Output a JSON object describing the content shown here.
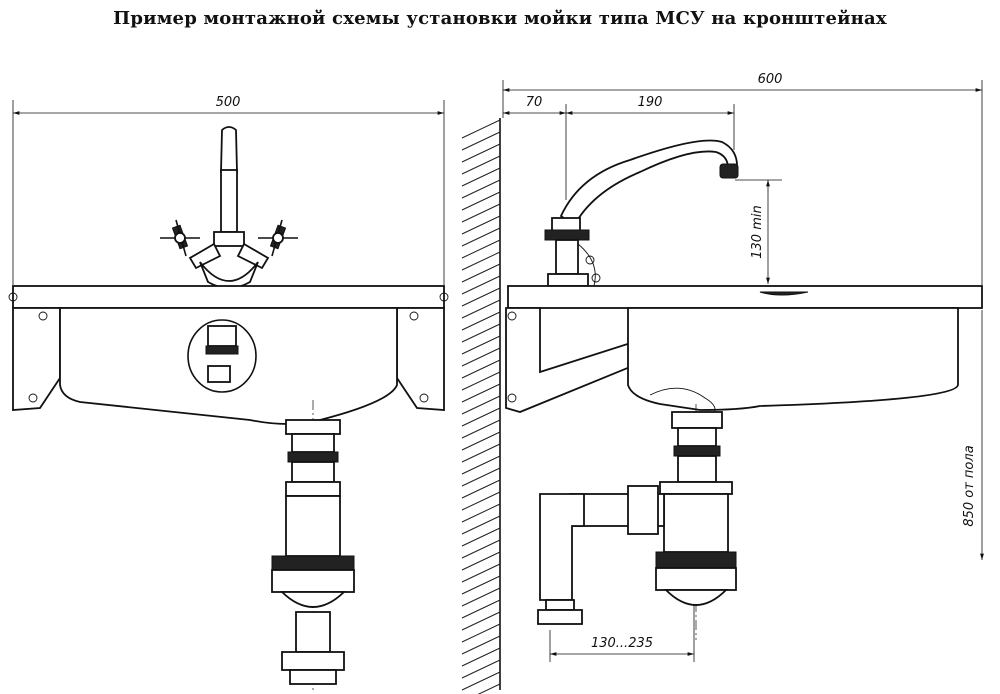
{
  "title": "Пример монтажной схемы установки мойки типа МСУ на кронштейнах",
  "front_view": {
    "width_label": "500"
  },
  "side_view": {
    "total_label": "600",
    "wall_offset_label": "70",
    "spout_reach_label": "190",
    "spout_height_label": "130 min",
    "floor_height_label": "850 от пола",
    "siphon_offset_label": "130...235"
  }
}
